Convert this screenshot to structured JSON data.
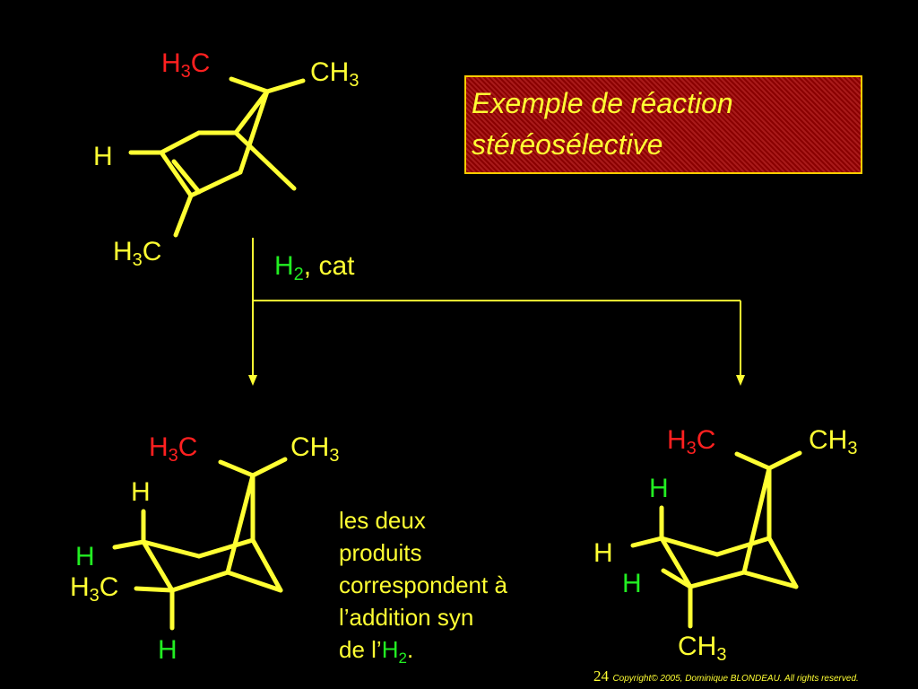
{
  "title": {
    "line1": "Exemple de réaction",
    "line2": "stéréosélective"
  },
  "reagent": {
    "h": "H",
    "sub": "2",
    "rest": ", cat"
  },
  "reactant": {
    "methyl_top_left": {
      "h": "H",
      "sub": "3",
      "c": "C"
    },
    "methyl_top_right": {
      "c": "CH",
      "sub": "3"
    },
    "h_vinyl": "H",
    "methyl_bottom": {
      "h": "H",
      "sub": "3",
      "c": "C"
    }
  },
  "product_left": {
    "methyl_top_left": {
      "h": "H",
      "sub": "3",
      "c": "C"
    },
    "methyl_top_right": {
      "c": "CH",
      "sub": "3"
    },
    "h_top": "H",
    "h_added_upper": "H",
    "methyl_left": {
      "h": "H",
      "sub": "3",
      "c": "C"
    },
    "h_added_lower": "H"
  },
  "product_right": {
    "methyl_top_left": {
      "h": "H",
      "sub": "3",
      "c": "C"
    },
    "methyl_top_right": {
      "c": "CH",
      "sub": "3"
    },
    "h_added_upper": "H",
    "h_left": "H",
    "h_added_lower": "H",
    "methyl_bottom": {
      "c": "CH",
      "sub": "3"
    }
  },
  "note": {
    "line1": "les deux",
    "line2": "produits",
    "line3": "correspondent à",
    "line4": "l’addition syn",
    "line5_pre": "de l’",
    "line5_h": "H",
    "line5_sub": "2",
    "line5_end": "."
  },
  "footer": {
    "page": "24",
    "copyright": "Copyright© 2005, Dominique BLONDEAU. All rights reserved."
  },
  "colors": {
    "background": "#000000",
    "bonds": "#ffff33",
    "highlight_red": "#ff2020",
    "highlight_green": "#22ee22",
    "title_box": "#8a0000"
  }
}
